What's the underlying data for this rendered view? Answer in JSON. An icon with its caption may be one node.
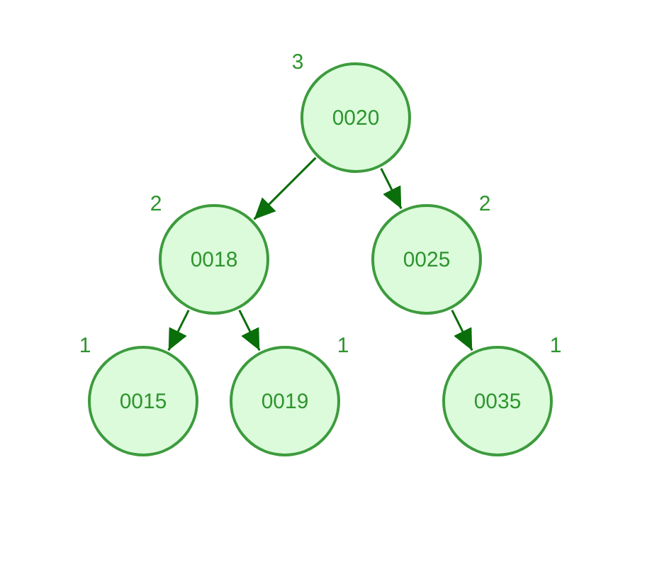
{
  "diagram": {
    "nodes": [
      {
        "text": [
          "0020"
        ],
        "beside": [
          "3"
        ]
      },
      {
        "text": [
          "0018"
        ],
        "beside": [
          "2"
        ]
      },
      {
        "text": [
          "0025"
        ],
        "beside": [
          "2"
        ]
      },
      {
        "text": [
          "0015"
        ],
        "beside": [
          "1"
        ]
      },
      {
        "text": [
          "0019"
        ],
        "beside": [
          "1"
        ]
      },
      {
        "text": [
          "0035"
        ],
        "beside": [
          "1"
        ]
      }
    ],
    "edges": [
      {
        "from": 0,
        "to": 1,
        "arrow": "to"
      },
      {
        "from": 0,
        "to": 2,
        "arrow": "to"
      },
      {
        "from": 1,
        "to": 3,
        "arrow": "to"
      },
      {
        "from": 1,
        "to": 4,
        "arrow": "to"
      },
      {
        "from": 2,
        "to": 5,
        "arrow": "to"
      }
    ]
  }
}
